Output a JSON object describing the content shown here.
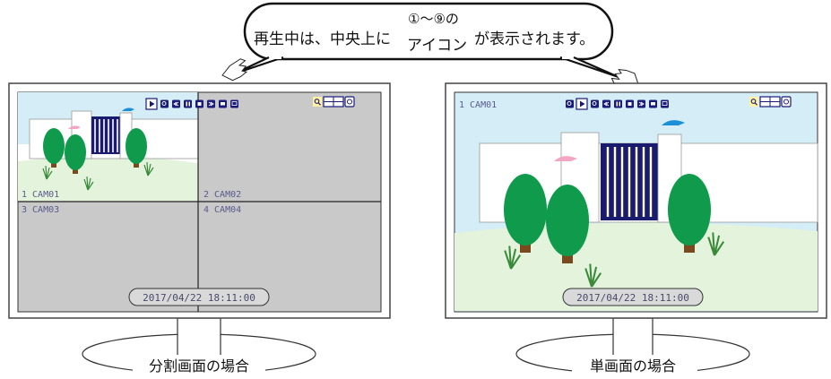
{
  "callout": {
    "prefix": "再生中は、中央上に",
    "range": "①〜⑨の",
    "icon_word": "アイコン",
    "suffix": "が表示されます。"
  },
  "left_monitor": {
    "caption": "分割画面の場合",
    "cameras": [
      "1 CAM01",
      "2 CAM02",
      "3 CAM03",
      "4 CAM04"
    ],
    "timestamp": "2017/04/22 18:11:00"
  },
  "right_monitor": {
    "caption": "単画面の場合",
    "camera": "1 CAM01",
    "timestamp": "2017/04/22 18:11:00"
  },
  "colors": {
    "frame": "#555555",
    "grid_gray": "#c9c9c9",
    "sky": "#d4edf6",
    "grass": "#dff0d6",
    "tree": "#0f9a4c",
    "trunk": "#7a4a1e",
    "gate": "#1a1a6e",
    "icon_blue": "#1a1a7a",
    "bird_blue": "#1c8fd8",
    "bird_pink": "#f2a6c4",
    "zoom_highlight": "#fff2a0"
  },
  "icons": [
    "play-icon",
    "zoom-icon",
    "rewind-icon",
    "pause-icon",
    "stop-icon",
    "fast-forward-icon",
    "snapshot-icon",
    "backup-icon",
    "magnify-icon",
    "layout-icon",
    "hdd-icon",
    "pointing-hand-icon"
  ]
}
